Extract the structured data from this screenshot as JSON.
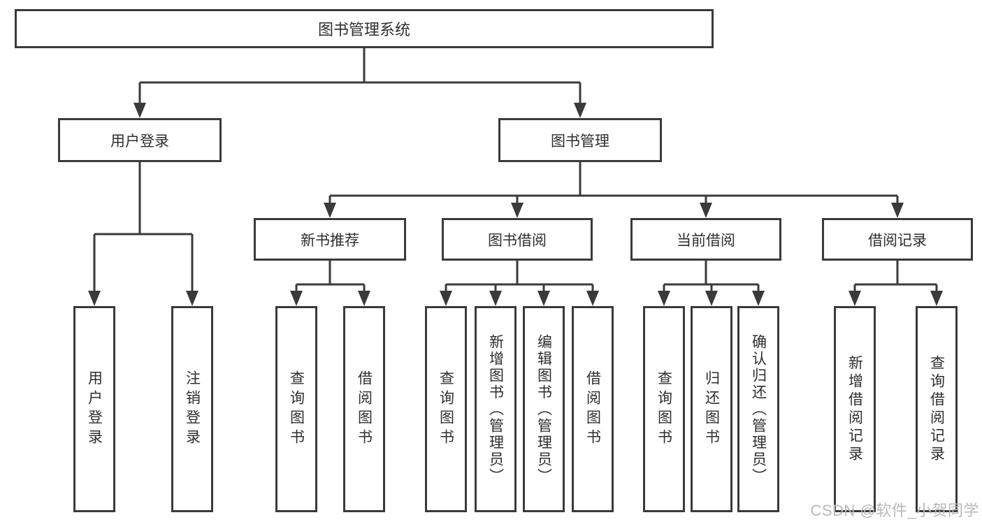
{
  "tree": {
    "root": "图书管理系统",
    "login": {
      "label": "用户登录",
      "children": [
        "用户登录",
        "注销登录"
      ]
    },
    "mgmt": {
      "label": "图书管理",
      "groups": [
        {
          "label": "新书推荐",
          "children": [
            "查询图书",
            "借阅图书"
          ]
        },
        {
          "label": "图书借阅",
          "children": [
            "查询图书",
            "新增图书（管理员）",
            "编辑图书（管理员）",
            "借阅图书"
          ]
        },
        {
          "label": "当前借阅",
          "children": [
            "查询图书",
            "归还图书",
            "确认归还（管理员）"
          ]
        },
        {
          "label": "借阅记录",
          "children": [
            "新增借阅记录",
            "查询借阅记录"
          ]
        }
      ]
    }
  },
  "watermark": "CSDN @软件_小贺同学",
  "colors": {
    "line": "#3a3a3a",
    "text": "#2e2e2e",
    "watermark": "#b9b9b9",
    "background": "#ffffff"
  }
}
